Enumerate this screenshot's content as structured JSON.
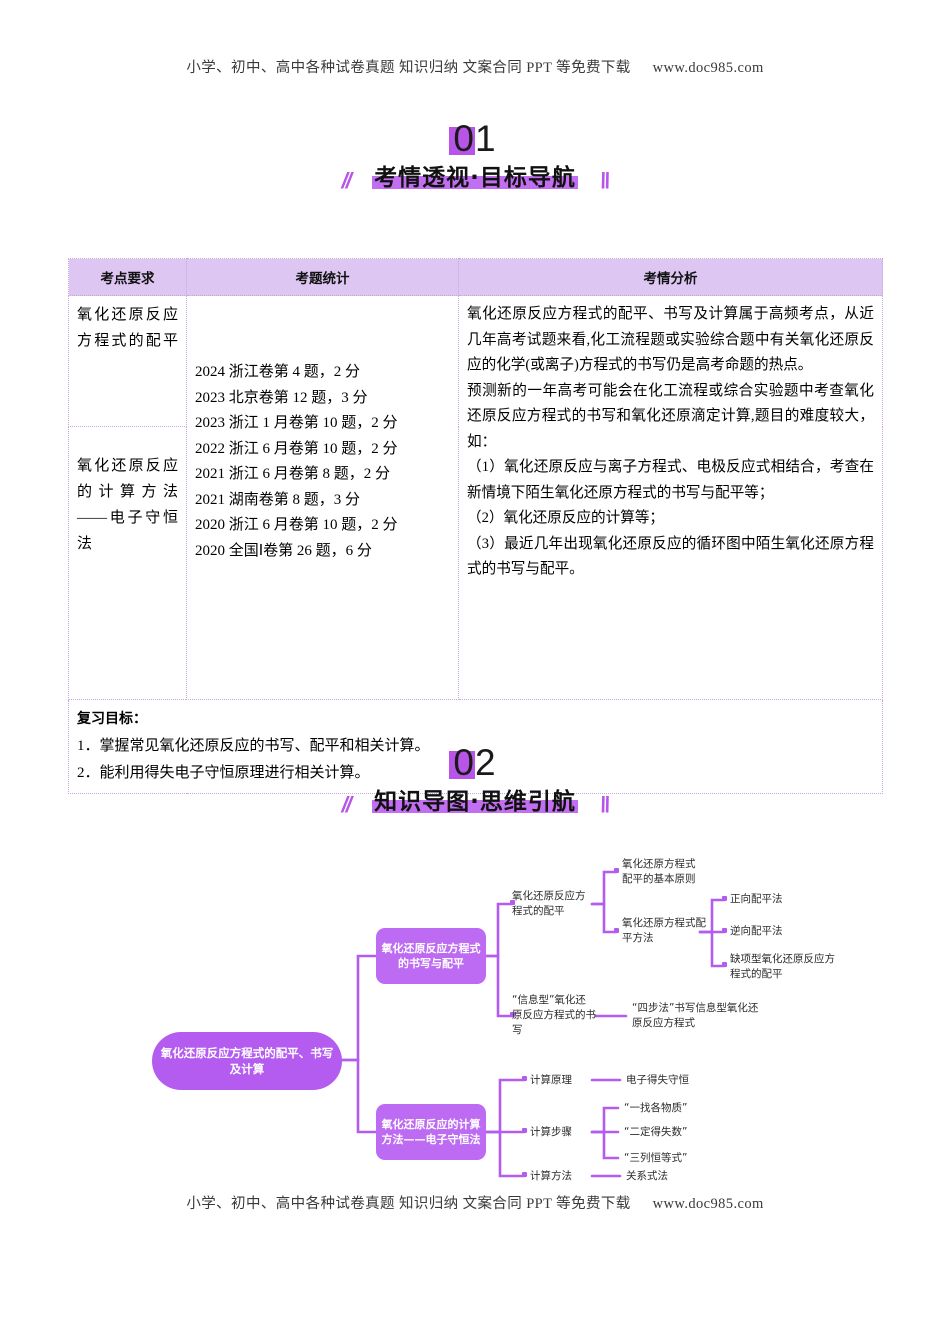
{
  "running_header": {
    "text": "小学、初中、高中各种试卷真题 知识归纳 文案合同 PPT 等免费下载",
    "url": "www.doc985.com"
  },
  "running_footer": {
    "text": "小学、初中、高中各种试卷真题 知识归纳 文案合同 PPT 等免费下载",
    "url": "www.doc985.com"
  },
  "sections": {
    "one": {
      "number": "01",
      "title": "考情透视·目标导航"
    },
    "two": {
      "number": "02",
      "title": "知识导图·思维引航"
    }
  },
  "colors": {
    "accent": "#b855e8",
    "accent_light": "#c26ef0",
    "header_fill": "#ddc6f2",
    "node_fill": "#bd6bf2",
    "border": "#c9a6e0"
  },
  "table": {
    "headers": [
      "考点要求",
      "考题统计",
      "考情分析"
    ],
    "requirements": [
      "氧化还原反应方程式的配平",
      "氧化还原反应的计算方法——电子守恒法"
    ],
    "stats": [
      "2024 浙江卷第 4 题，2 分",
      "2023 北京卷第 12 题，3 分",
      "2023 浙江 1 月卷第 10 题，2 分",
      "2022 浙江 6 月卷第 10 题，2 分",
      "2021 浙江 6 月卷第 8 题，2 分",
      "2021 湖南卷第 8 题，3 分",
      "2020 浙江 6 月卷第 10 题，2 分",
      "2020 全国Ⅰ卷第 26 题，6 分"
    ],
    "analysis": [
      "氧化还原反应方程式的配平、书写及计算属于高频考点，从近几年高考试题来看,化工流程题或实验综合题中有关氧化还原反应的化学(或离子)方程式的书写仍是高考命题的热点。",
      "预测新的一年高考可能会在化工流程或综合实验题中考查氧化还原反应方程式的书写和氧化还原滴定计算,题目的难度较大，如：",
      "（1）氧化还原反应与离子方程式、电极反应式相结合，考查在新情境下陌生氧化还原方程式的书写与配平等；",
      "（2）氧化还原反应的计算等；",
      "（3）最近几年出现氧化还原反应的循环图中陌生氧化还原方程式的书写与配平。"
    ],
    "goals_title": "复习目标：",
    "goals": [
      "1．掌握常见氧化还原反应的书写、配平和相关计算。",
      "2．能利用得失电子守恒原理进行相关计算。"
    ]
  },
  "mindmap": {
    "root": "氧化还原反应方程式的配平、书写及计算",
    "branch_a": {
      "label": "氧化还原反应方程式的书写与配平",
      "children": [
        {
          "label": "氧化还原反应方程式的配平",
          "children": [
            {
              "label": "氧化还原方程式配平的基本原则",
              "leaves": []
            },
            {
              "label": "氧化还原方程式配平方法",
              "leaves": [
                "正向配平法",
                "逆向配平法",
                "缺项型氧化还原反应方程式的配平"
              ]
            }
          ]
        },
        {
          "label": "“信息型”氧化还原反应方程式的书写",
          "children": [
            {
              "label": "“四步法”书写信息型氧化还原反应方程式",
              "leaves": []
            }
          ]
        }
      ]
    },
    "branch_b": {
      "label": "氧化还原反应的计算方法——电子守恒法",
      "children": [
        {
          "label": "计算原理",
          "leaves": [
            "电子得失守恒"
          ]
        },
        {
          "label": "计算步骤",
          "leaves": [
            "“一找各物质”",
            "“二定得失数”",
            "“三列恒等式”"
          ]
        },
        {
          "label": "计算方法",
          "leaves": [
            "关系式法"
          ]
        }
      ]
    }
  }
}
